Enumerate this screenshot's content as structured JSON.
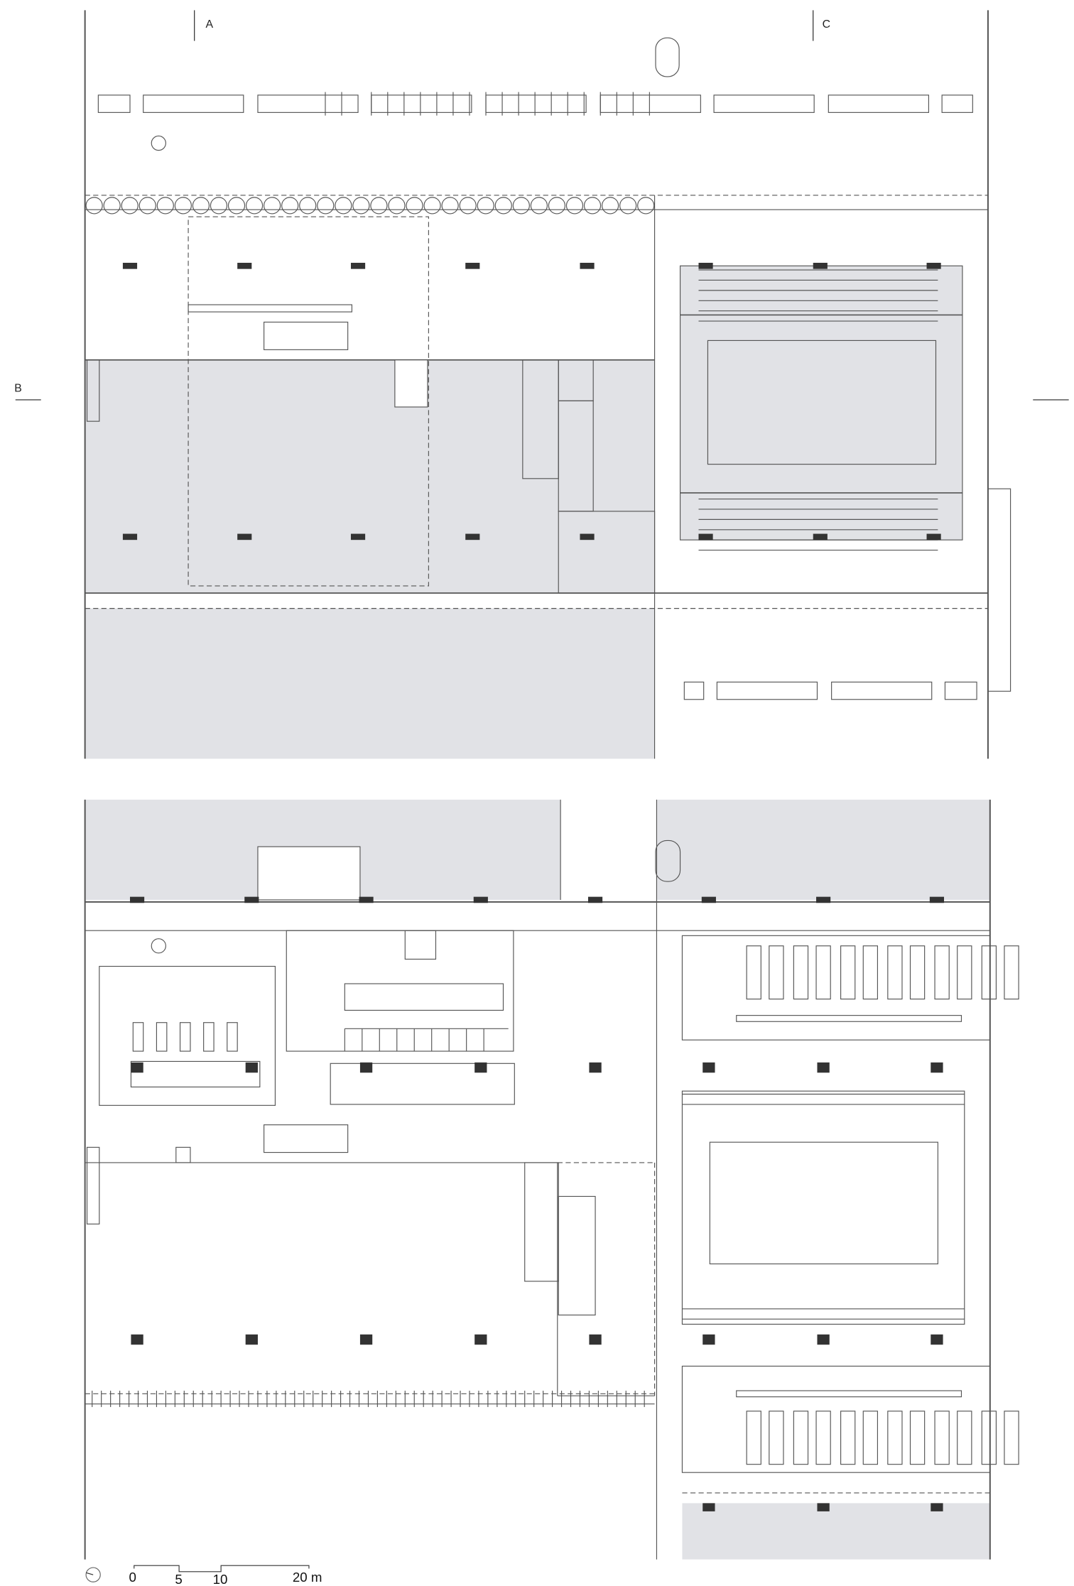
{
  "section_markers": {
    "a": "A",
    "b": "B",
    "c": "C"
  },
  "scale_bar": {
    "labels": [
      "0",
      "5",
      "10",
      "20 m"
    ]
  },
  "colors": {
    "shade": "#e1e2e6",
    "line": "#555555",
    "column": "#333333"
  }
}
